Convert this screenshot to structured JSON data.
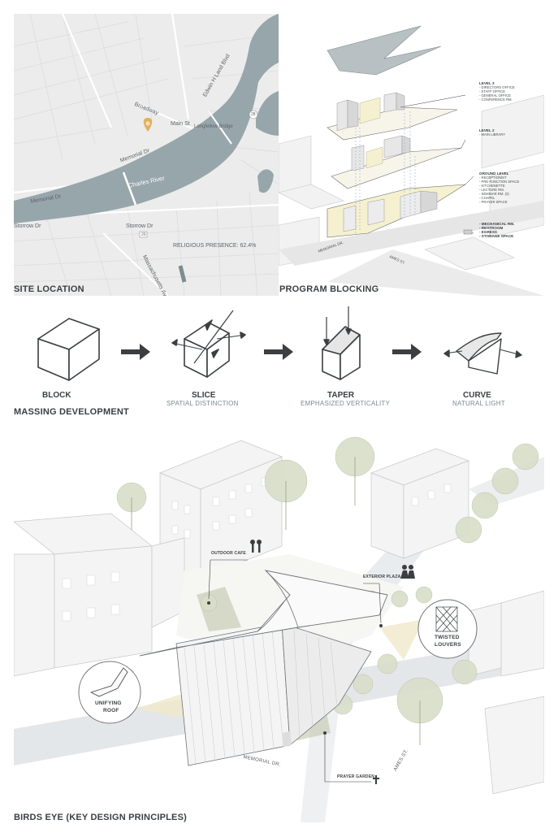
{
  "site_location": {
    "title": "SITE LOCATION",
    "labels": {
      "charles_river": "Charles River",
      "main_st": "Main St",
      "longfellow_bridge": "Longfellow Bridge",
      "broadway": "Broadway",
      "edwin_land": "Edwin H Land Blvd",
      "memorial_dr_1": "Memorial Dr",
      "memorial_dr_2": "Memorial Dr",
      "storrow_dr_1": "Storrow Dr",
      "storrow_dr_2": "Storrow Dr",
      "massachusetts_ave": "Massachusetts Av",
      "religious_presence": "RELIGIOUS PRESENCE: 62.4%",
      "route_28": "28",
      "route_20": "20"
    },
    "colors": {
      "water": "#97a6ab",
      "land": "#ececec",
      "pin": "#e0b15a"
    }
  },
  "program_blocking": {
    "title": "PROGRAM BLOCKING",
    "levels": [
      {
        "name": "LEVEL 3",
        "items": [
          "- DIRECTORS OFFICE",
          "- STAFF OFFICE",
          "- GENERAL OFFICE",
          "- CONFERENCE RM."
        ]
      },
      {
        "name": "LEVEL 2",
        "items": [
          "- MAIN LIBRARY"
        ]
      },
      {
        "name": "GROUND LEVEL",
        "items": [
          "- RECEPTIONIST",
          "- PRE-FUNCTION SPACE",
          "- KITCHENETTE",
          "- LECTURE RM.",
          "- SEMINAR RM. (3)",
          "- CHAPEL",
          "- PRAYER SPACE"
        ]
      }
    ],
    "legend_items": [
      "- MECHANICAL RM.",
      "- RESTROOM",
      "- EGRESS",
      "- STORAGE SPACE"
    ],
    "streets": {
      "memorial": "MEMORIAL DR.",
      "ames": "AMES ST."
    }
  },
  "massing": {
    "title": "MASSING DEVELOPMENT",
    "steps": [
      {
        "label": "BLOCK",
        "sub": ""
      },
      {
        "label": "SLICE",
        "sub": "SPATIAL DISTINCTION"
      },
      {
        "label": "TAPER",
        "sub": "EMPHASIZED VERTICALITY"
      },
      {
        "label": "CURVE",
        "sub": "NATURAL LIGHT"
      }
    ],
    "arrow_icon": "right-arrow-icon"
  },
  "birds_eye": {
    "title": "BIRDS EYE (KEY DESIGN PRINCIPLES)",
    "callouts": {
      "outdoor_cafe": "OUTDOOR CAFE",
      "exterior_plaza": "EXTERIOR PLAZA",
      "twisted_louvers_1": "TWISTED",
      "twisted_louvers_2": "LOUVERS",
      "unifying_roof_1": "UNIFYING",
      "unifying_roof_2": "ROOF",
      "prayer_garden": "PRAYER GARDEN"
    },
    "streets": {
      "memorial": "MEMORIAL DR.",
      "ames": "AMES ST."
    },
    "icons": [
      "cafe-icon",
      "people-icon",
      "cross-icon",
      "louver-icon",
      "roof-icon"
    ]
  }
}
